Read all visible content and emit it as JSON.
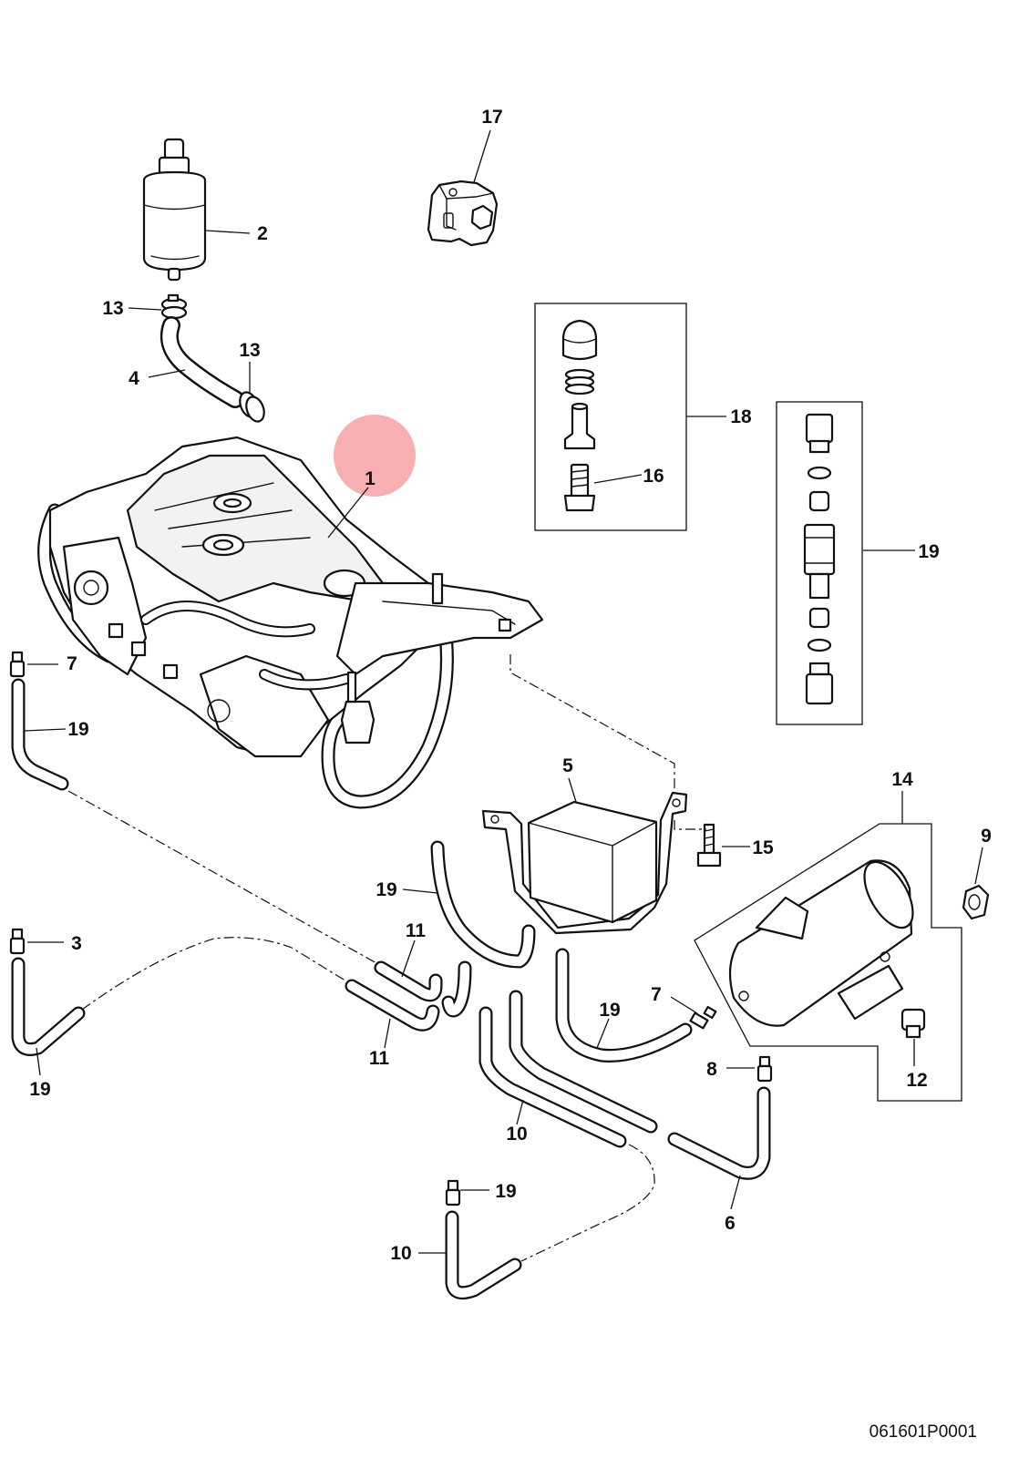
{
  "diagram": {
    "reference_code": "061601P0001",
    "highlight_color": "#f7a1a4",
    "callouts": [
      {
        "id": "c17",
        "label": "17"
      },
      {
        "id": "c2",
        "label": "2"
      },
      {
        "id": "c13a",
        "label": "13"
      },
      {
        "id": "c13b",
        "label": "13"
      },
      {
        "id": "c4",
        "label": "4"
      },
      {
        "id": "c18",
        "label": "18"
      },
      {
        "id": "c16",
        "label": "16"
      },
      {
        "id": "c1",
        "label": "1"
      },
      {
        "id": "c19a",
        "label": "19"
      },
      {
        "id": "c7a",
        "label": "7"
      },
      {
        "id": "c19b",
        "label": "19"
      },
      {
        "id": "c3",
        "label": "3"
      },
      {
        "id": "c5",
        "label": "5"
      },
      {
        "id": "c14",
        "label": "14"
      },
      {
        "id": "c15",
        "label": "15"
      },
      {
        "id": "c9",
        "label": "9"
      },
      {
        "id": "c19c",
        "label": "19"
      },
      {
        "id": "c7b",
        "label": "7"
      },
      {
        "id": "c11a",
        "label": "11"
      },
      {
        "id": "c11b",
        "label": "11"
      },
      {
        "id": "c19d",
        "label": "19"
      },
      {
        "id": "c8",
        "label": "8"
      },
      {
        "id": "c19e",
        "label": "19"
      },
      {
        "id": "c12",
        "label": "12"
      },
      {
        "id": "c10a",
        "label": "10"
      },
      {
        "id": "c6",
        "label": "6"
      },
      {
        "id": "c19f",
        "label": "19"
      },
      {
        "id": "c10b",
        "label": "10"
      }
    ]
  }
}
